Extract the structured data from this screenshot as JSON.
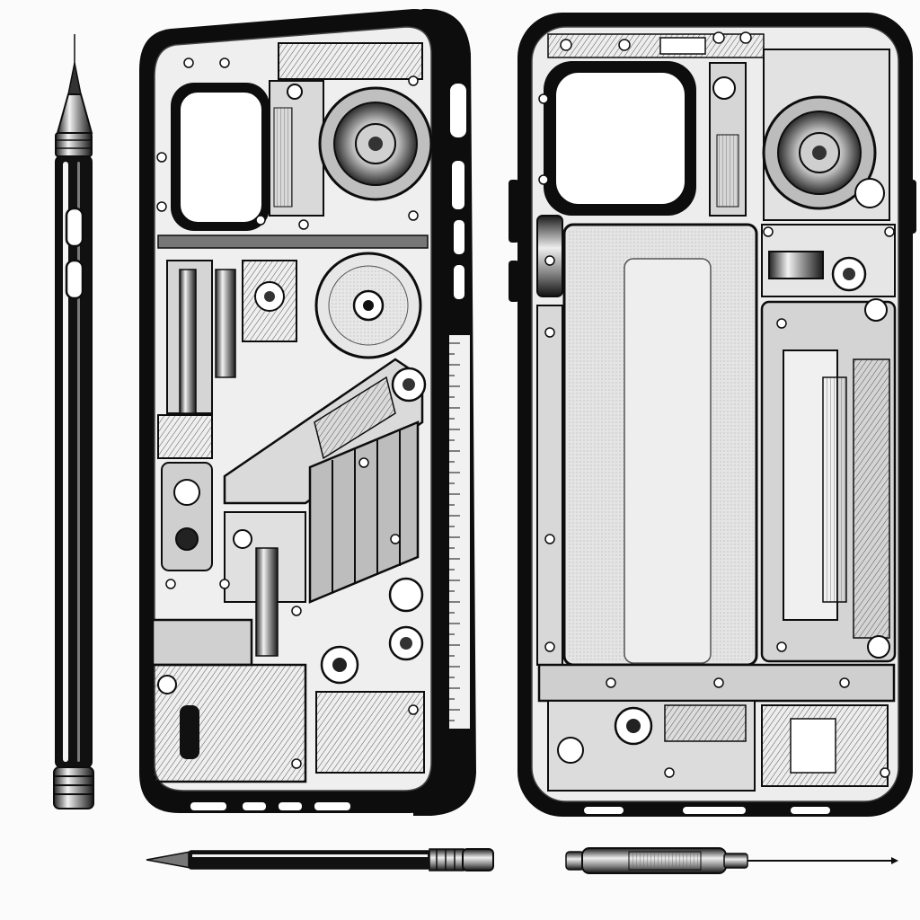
{
  "scene": {
    "background": "#fbfbfb",
    "ink": "#0d0d0d",
    "mid_tone": "#8a8a8a",
    "light_tone": "#d9d9d9",
    "battery_tone": "#e4e4e4",
    "objects": [
      "stylus-vertical",
      "phone-case-angled-mechanical",
      "phone-case-front-mechanical",
      "pencil-horizontal",
      "precision-screwdriver-horizontal"
    ]
  }
}
